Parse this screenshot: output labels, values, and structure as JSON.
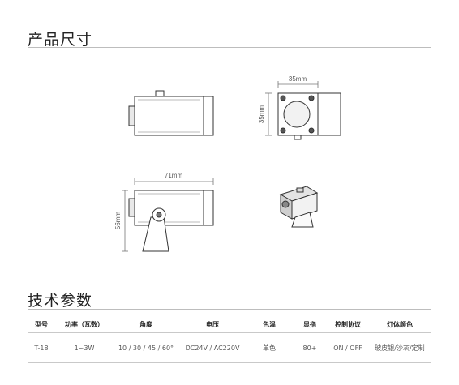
{
  "dimensions_section": {
    "title": "产品尺寸",
    "labels": {
      "top_width": "35mm",
      "top_height": "35mm",
      "length": "71mm",
      "height": "56mm"
    }
  },
  "specs_section": {
    "title": "技术参数",
    "headers": [
      "型号",
      "功率（瓦数）",
      "角度",
      "电压",
      "色温",
      "显指",
      "控制协议",
      "灯体颜色"
    ],
    "rows": [
      [
        "T-18",
        "1~3W",
        "10 / 30 / 45 / 60°",
        "DC24V / AC220V",
        "单色",
        "80+",
        "ON / OFF",
        "玻皮银/沙灰/定制"
      ]
    ]
  }
}
